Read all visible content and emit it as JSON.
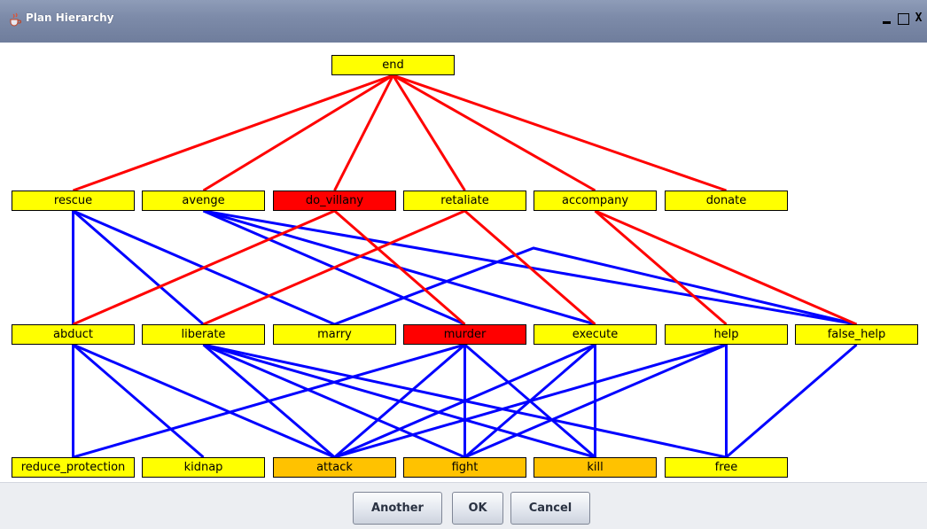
{
  "window": {
    "title": "Plan Hierarchy",
    "icon": "java-cup-icon",
    "controls": {
      "minimize": "_",
      "maximize": "",
      "close": "X"
    }
  },
  "colors": {
    "node_default": "#ffff00",
    "node_active": "#ff0000",
    "node_leaf_action": "#ffc200",
    "edge_red": "#ff0000",
    "edge_blue": "#0000ff"
  },
  "nodes": {
    "end": {
      "label": "end",
      "state": "default"
    },
    "rescue": {
      "label": "rescue",
      "state": "default"
    },
    "avenge": {
      "label": "avenge",
      "state": "default"
    },
    "do_villany": {
      "label": "do_villany",
      "state": "active"
    },
    "retaliate": {
      "label": "retaliate",
      "state": "default"
    },
    "accompany": {
      "label": "accompany",
      "state": "default"
    },
    "donate": {
      "label": "donate",
      "state": "default"
    },
    "abduct": {
      "label": "abduct",
      "state": "default"
    },
    "liberate": {
      "label": "liberate",
      "state": "default"
    },
    "marry": {
      "label": "marry",
      "state": "default"
    },
    "murder": {
      "label": "murder",
      "state": "active"
    },
    "execute": {
      "label": "execute",
      "state": "default"
    },
    "help": {
      "label": "help",
      "state": "default"
    },
    "false_help": {
      "label": "false_help",
      "state": "default"
    },
    "reduce_protection": {
      "label": "reduce_protection",
      "state": "default"
    },
    "kidnap": {
      "label": "kidnap",
      "state": "default"
    },
    "attack": {
      "label": "attack",
      "state": "leaf_action"
    },
    "fight": {
      "label": "fight",
      "state": "leaf_action"
    },
    "kill": {
      "label": "kill",
      "state": "leaf_action"
    },
    "free": {
      "label": "free",
      "state": "default"
    }
  },
  "edges": {
    "red": [
      [
        "end",
        "rescue"
      ],
      [
        "end",
        "avenge"
      ],
      [
        "end",
        "do_villany"
      ],
      [
        "end",
        "retaliate"
      ],
      [
        "end",
        "accompany"
      ],
      [
        "end",
        "donate"
      ],
      [
        "do_villany",
        "abduct"
      ],
      [
        "do_villany",
        "murder"
      ],
      [
        "retaliate",
        "liberate"
      ],
      [
        "retaliate",
        "execute"
      ],
      [
        "accompany",
        "help"
      ],
      [
        "accompany",
        "false_help"
      ]
    ],
    "blue": [
      [
        "rescue",
        "abduct"
      ],
      [
        "rescue",
        "liberate"
      ],
      [
        "rescue",
        "marry"
      ],
      [
        "avenge",
        "murder"
      ],
      [
        "avenge",
        "execute"
      ],
      [
        "avenge",
        "false_help"
      ],
      [
        "marry",
        "false_help"
      ],
      [
        "abduct",
        "reduce_protection"
      ],
      [
        "abduct",
        "kidnap"
      ],
      [
        "abduct",
        "attack"
      ],
      [
        "liberate",
        "attack"
      ],
      [
        "liberate",
        "fight"
      ],
      [
        "liberate",
        "kill"
      ],
      [
        "liberate",
        "free"
      ],
      [
        "murder",
        "reduce_protection"
      ],
      [
        "murder",
        "attack"
      ],
      [
        "murder",
        "fight"
      ],
      [
        "murder",
        "kill"
      ],
      [
        "execute",
        "attack"
      ],
      [
        "execute",
        "fight"
      ],
      [
        "execute",
        "kill"
      ],
      [
        "help",
        "attack"
      ],
      [
        "help",
        "fight"
      ],
      [
        "help",
        "free"
      ],
      [
        "false_help",
        "free"
      ]
    ]
  },
  "buttons": {
    "another": "Another",
    "ok": "OK",
    "cancel": "Cancel"
  }
}
